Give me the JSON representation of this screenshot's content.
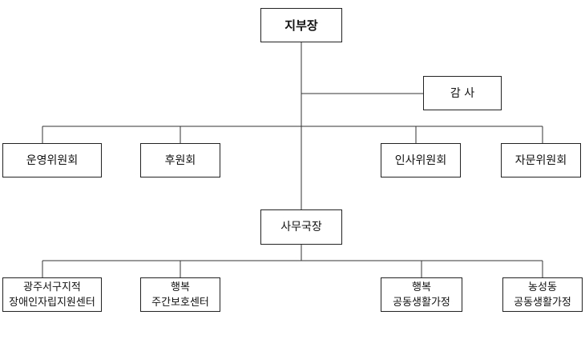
{
  "chart_title": "",
  "nodes": {
    "head": "지부장",
    "audit": "감 사",
    "committee_operation": "운영위원회",
    "committee_support": "후원회",
    "committee_personnel": "인사위원회",
    "committee_advisory": "자문위원회",
    "secretary_general": "사무국장",
    "facility_1": {
      "line1": "광주서구지적",
      "line2": "장애인자립지원센터"
    },
    "facility_2": {
      "line1": "행복",
      "line2": "주간보호센터"
    },
    "facility_3": {
      "line1": "행복",
      "line2": "공동생활가정"
    },
    "facility_4": {
      "line1": "농성동",
      "line2": "공동생활가정"
    }
  }
}
